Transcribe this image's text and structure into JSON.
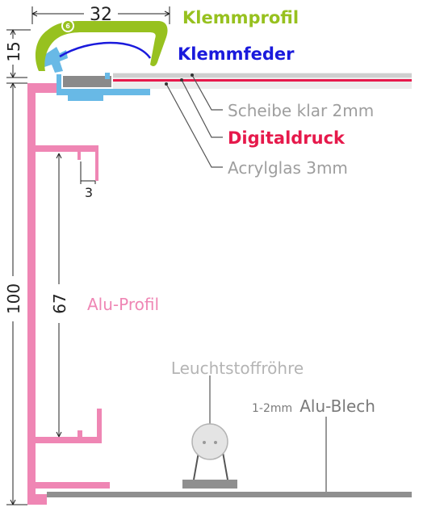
{
  "labels": {
    "klemmprofil": "Klemmprofil",
    "klemmfeder": "Klemmfeder",
    "scheibe": "Scheibe klar 2mm",
    "digitaldruck": "Digitaldruck",
    "acrylglas": "Acrylglas 3mm",
    "aluprofil": "Alu-Profil",
    "leuchtstoffroehre": "Leuchtstoffröhre",
    "blech_prefix": "1-2mm",
    "blech_main": "Alu-Blech",
    "badge": "6"
  },
  "dimensions": {
    "width_top": "32",
    "height_clamp": "15",
    "height_total": "100",
    "height_inner": "67",
    "slot_width": "3"
  },
  "colors": {
    "klemmprofil": "#97c11f",
    "klemmfeder": "#1a1adc",
    "aluprofil": "#ef86b4",
    "scheibe": "#9e9e9e",
    "digitaldruck": "#e6194b",
    "acrylglas": "#9e9e9e",
    "clip": "#68b9e6",
    "blech": "#8f8f8f",
    "leuchtstoffroehre": "#b4b4b4"
  }
}
